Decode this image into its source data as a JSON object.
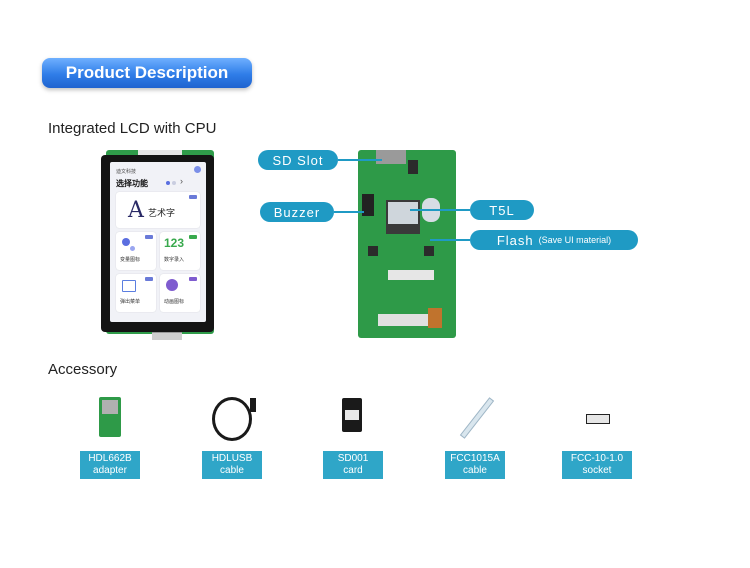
{
  "header": {
    "title": "Product Description"
  },
  "sections": {
    "lcd": "Integrated LCD with CPU",
    "accessory": "Accessory"
  },
  "lcd_screen": {
    "top_small": "迪文科技",
    "heading": "选择功能",
    "tiles": [
      {
        "title": "艺术字",
        "sub": ""
      },
      {
        "title": "变量图标",
        "sub": ""
      },
      {
        "title": "数字录入",
        "sub": "123"
      },
      {
        "title": "弹出菜单",
        "sub": ""
      },
      {
        "title": "动画图标",
        "sub": ""
      }
    ]
  },
  "callouts": {
    "sd_slot": "SD Slot",
    "buzzer": "Buzzer",
    "t5l": "T5L",
    "flash": "Flash",
    "flash_note": "(Save UI material)"
  },
  "accessories": [
    {
      "line1": "HDL662B",
      "line2": "adapter"
    },
    {
      "line1": "HDLUSB",
      "line2": "cable"
    },
    {
      "line1": "SD001",
      "line2": "card"
    },
    {
      "line1": "FCC1015A",
      "line2": "cable"
    },
    {
      "line1": "FCC-10-1.0",
      "line2": "socket"
    }
  ],
  "colors": {
    "title_blue": "#2f7de8",
    "callout_blue": "#1f9ac4",
    "label_blue": "#2fa6c8",
    "pcb_green": "#2e9a48"
  }
}
